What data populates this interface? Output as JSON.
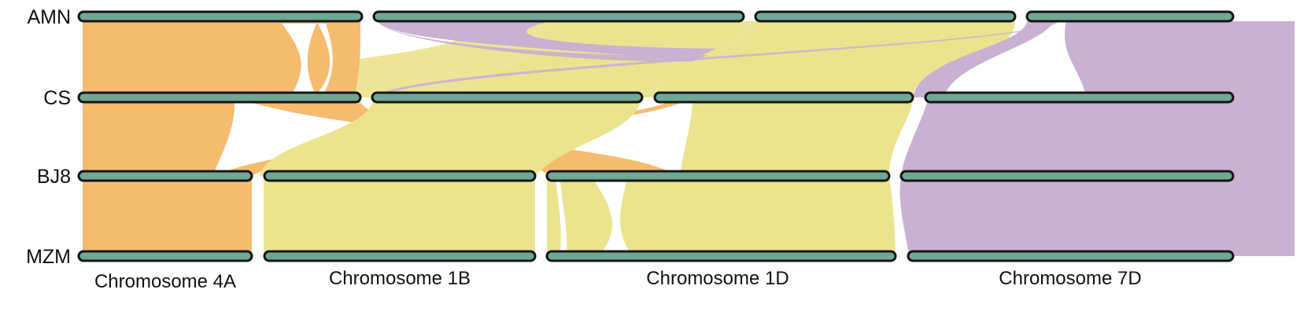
{
  "genomes": [
    "AMN",
    "CS",
    "BJ8",
    "MZM"
  ],
  "chromosome_labels": [
    "Chromosome 4A",
    "Chromosome 1B",
    "Chromosome 1D",
    "Chromosome 7D"
  ],
  "colors": {
    "chromosome_4A": "#f5bb6e",
    "chromosome_1B": "#ebe48f",
    "chromosome_1D": "#ebe48f",
    "chromosome_7D": "#c9b1d1",
    "chromosome_bar": "#6fa893",
    "bar_outline": "#151515",
    "background": "#ffffff"
  },
  "order_on_track": {
    "AMN": [
      "4A",
      "1B",
      "1D",
      "7D"
    ],
    "CS": [
      "4A",
      "1B",
      "1D",
      "7D"
    ],
    "BJ8": [
      "4A",
      "1B",
      "1D",
      "7D"
    ],
    "MZM": [
      "4A",
      "1B",
      "1D",
      "7D"
    ]
  }
}
